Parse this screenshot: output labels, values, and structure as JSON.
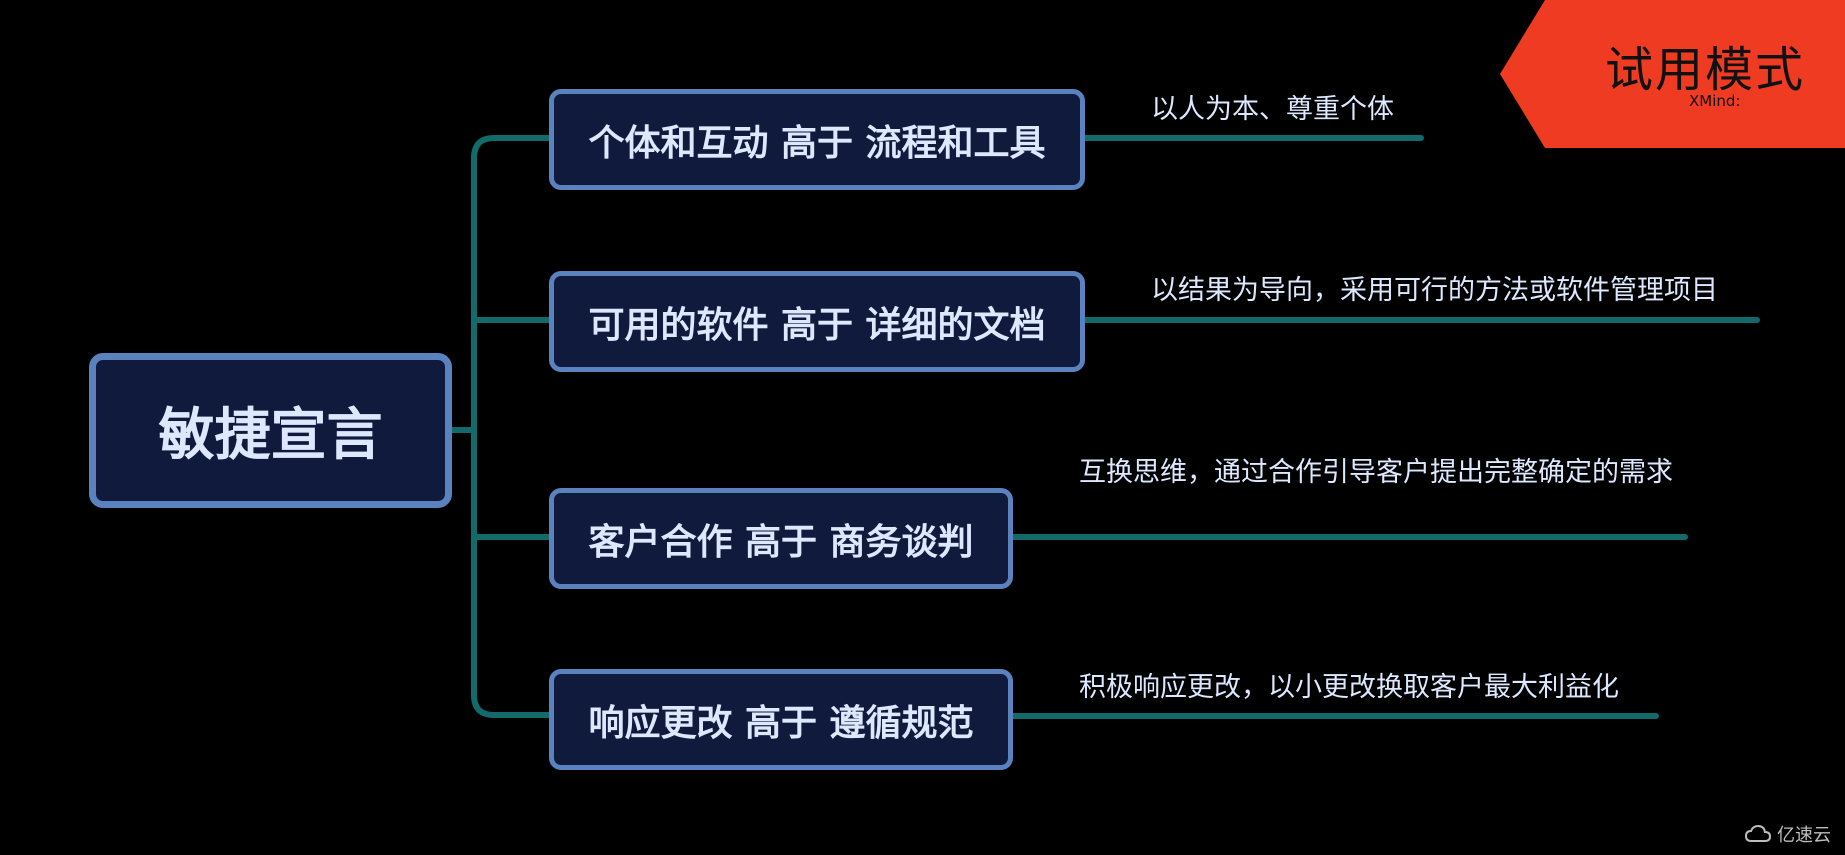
{
  "root": {
    "label": "敏捷宣言"
  },
  "branches": [
    {
      "label": "个体和互动 高于 流程和工具",
      "note": "以人为本、尊重个体"
    },
    {
      "label": "可用的软件 高于 详细的文档",
      "note": "以结果为导向，采用可行的方法或软件管理项目"
    },
    {
      "label": "客户合作 高于 商务谈判",
      "note": "互换思维，通过合作引导客户提出完整确定的需求"
    },
    {
      "label": "响应更改 高于 遵循规范",
      "note": "积极响应更改，以小更改换取客户最大利益化"
    }
  ],
  "watermark": {
    "title": "试用模式",
    "subtitle": "XMind:",
    "color": "#ee3b22"
  },
  "footer": {
    "logo_text": "亿速云"
  },
  "colors": {
    "background": "#000000",
    "node_fill": "#0f1a3d",
    "node_border": "#5a82bf",
    "connector": "#136a6a",
    "text": "#dde8ff"
  }
}
